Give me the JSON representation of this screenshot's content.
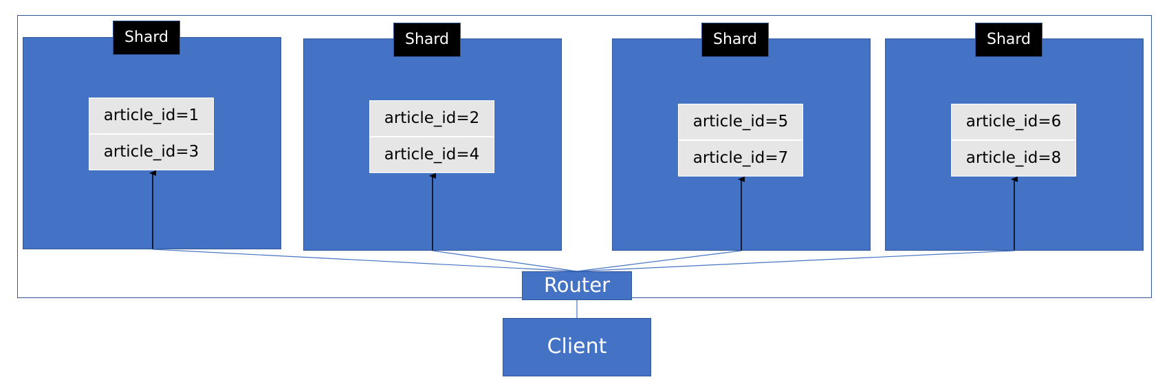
{
  "colors": {
    "node_fill": "#4472C4",
    "node_border": "#2F5597",
    "label_fill": "#000000",
    "table_fill": "#E7E6E6",
    "arrow": "#000000"
  },
  "shards": [
    {
      "label": "Shard",
      "rows": [
        "article_id=1",
        "article_id=3"
      ]
    },
    {
      "label": "Shard",
      "rows": [
        "article_id=2",
        "article_id=4"
      ]
    },
    {
      "label": "Shard",
      "rows": [
        "article_id=5",
        "article_id=7"
      ]
    },
    {
      "label": "Shard",
      "rows": [
        "article_id=6",
        "article_id=8"
      ]
    }
  ],
  "router": {
    "label": "Router"
  },
  "client": {
    "label": "Client"
  }
}
